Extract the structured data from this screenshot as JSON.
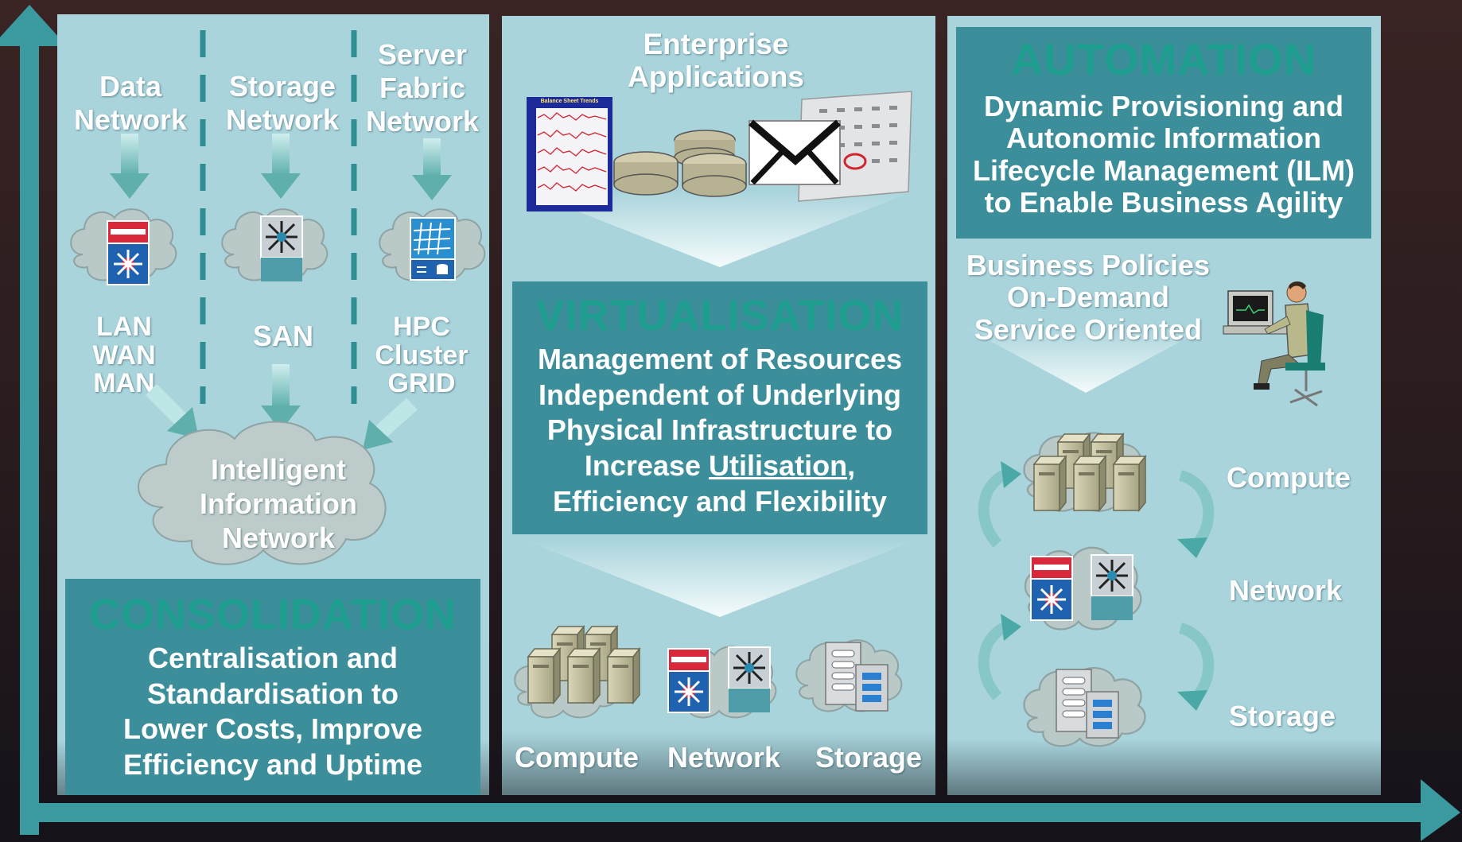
{
  "colors": {
    "panel": "#a9d4dc",
    "box": "#3c8e9a",
    "axis": "#3b9aa0",
    "ghost_title": "#1e9e8f",
    "text": "#ffffff"
  },
  "consolidation": {
    "title": "CONSOLIDATION",
    "sources": [
      {
        "lines": [
          "Data",
          "Network"
        ]
      },
      {
        "lines": [
          "Storage",
          "Network"
        ]
      },
      {
        "lines": [
          "Server",
          "Fabric",
          "Network"
        ]
      }
    ],
    "types": [
      {
        "lines": [
          "LAN",
          "WAN",
          "MAN"
        ]
      },
      {
        "lines": [
          "SAN"
        ]
      },
      {
        "lines": [
          "HPC",
          "Cluster",
          "GRID"
        ]
      }
    ],
    "cloud_lines": [
      "Intelligent",
      "Information",
      "Network"
    ],
    "desc_lines": [
      "Centralisation and",
      "Standardisation to",
      "Lower Costs, Improve",
      "Efficiency and Uptime"
    ]
  },
  "virtualisation": {
    "apps_lines": [
      "Enterprise",
      "Applications"
    ],
    "thumb_title": "Balance Sheet Trends",
    "title": "VIRTUALISATION",
    "desc_l1": "Management of Resources",
    "desc_l2": "Independent of Underlying",
    "desc_l3": "Physical Infrastructure to",
    "desc_l4_pre": "Increase ",
    "desc_l4_u": "Utilisation",
    "desc_l4_post": ",",
    "desc_l5": "Efficiency and Flexibility",
    "resources": [
      "Compute",
      "Network",
      "Storage"
    ]
  },
  "automation": {
    "title": "AUTOMATION",
    "desc_lines": [
      "Dynamic Provisioning and",
      "Autonomic Information",
      "Lifecycle Management (ILM)",
      "to Enable Business Agility"
    ],
    "policy_lines": [
      "Business Policies",
      "On-Demand",
      "Service Oriented"
    ],
    "resources": [
      "Compute",
      "Network",
      "Storage"
    ]
  }
}
